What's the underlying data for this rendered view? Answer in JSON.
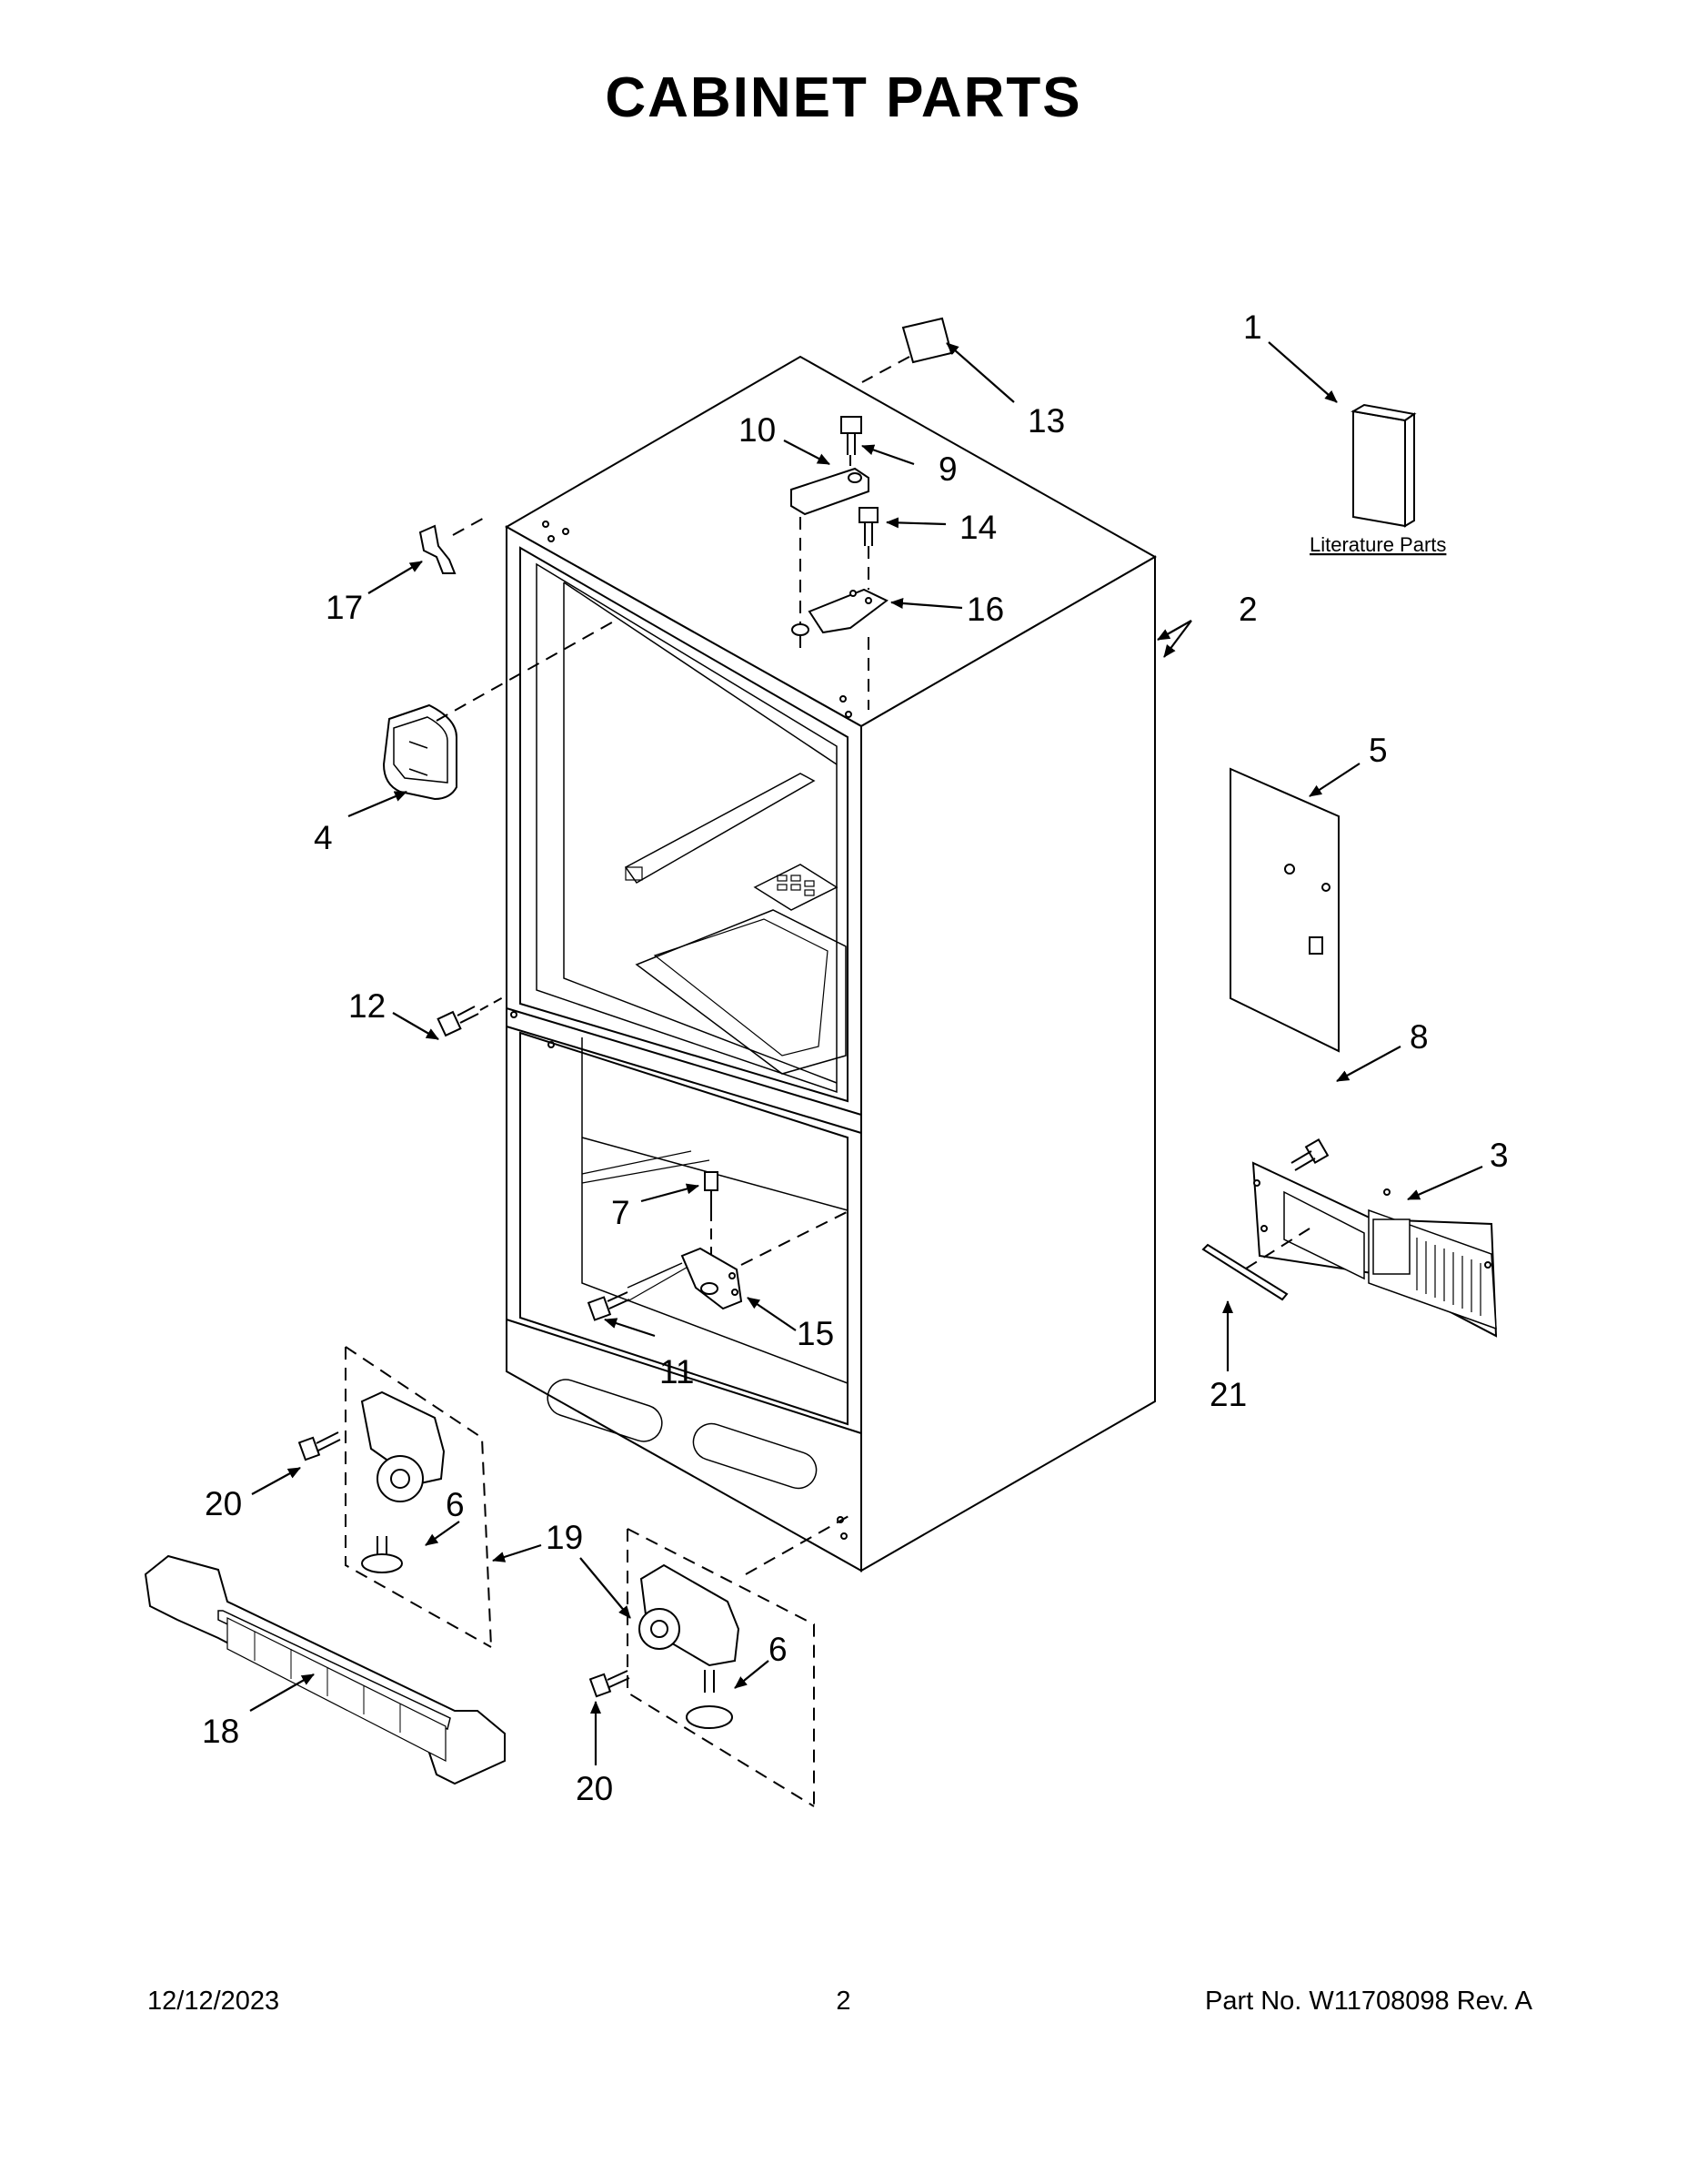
{
  "title": "CABINET PARTS",
  "footer": {
    "date": "12/12/2023",
    "page": "2",
    "part_number": "Part No.  W11708098  Rev.  A"
  },
  "literature_label": "Literature Parts",
  "callouts": {
    "c1": "1",
    "c2": "2",
    "c3": "3",
    "c4": "4",
    "c5": "5",
    "c6a": "6",
    "c6b": "6",
    "c7": "7",
    "c8": "8",
    "c9": "9",
    "c10": "10",
    "c11": "11",
    "c12": "12",
    "c13": "13",
    "c14": "14",
    "c15": "15",
    "c16": "16",
    "c17": "17",
    "c18": "18",
    "c19": "19",
    "c20a": "20",
    "c20b": "20",
    "c21": "21"
  }
}
